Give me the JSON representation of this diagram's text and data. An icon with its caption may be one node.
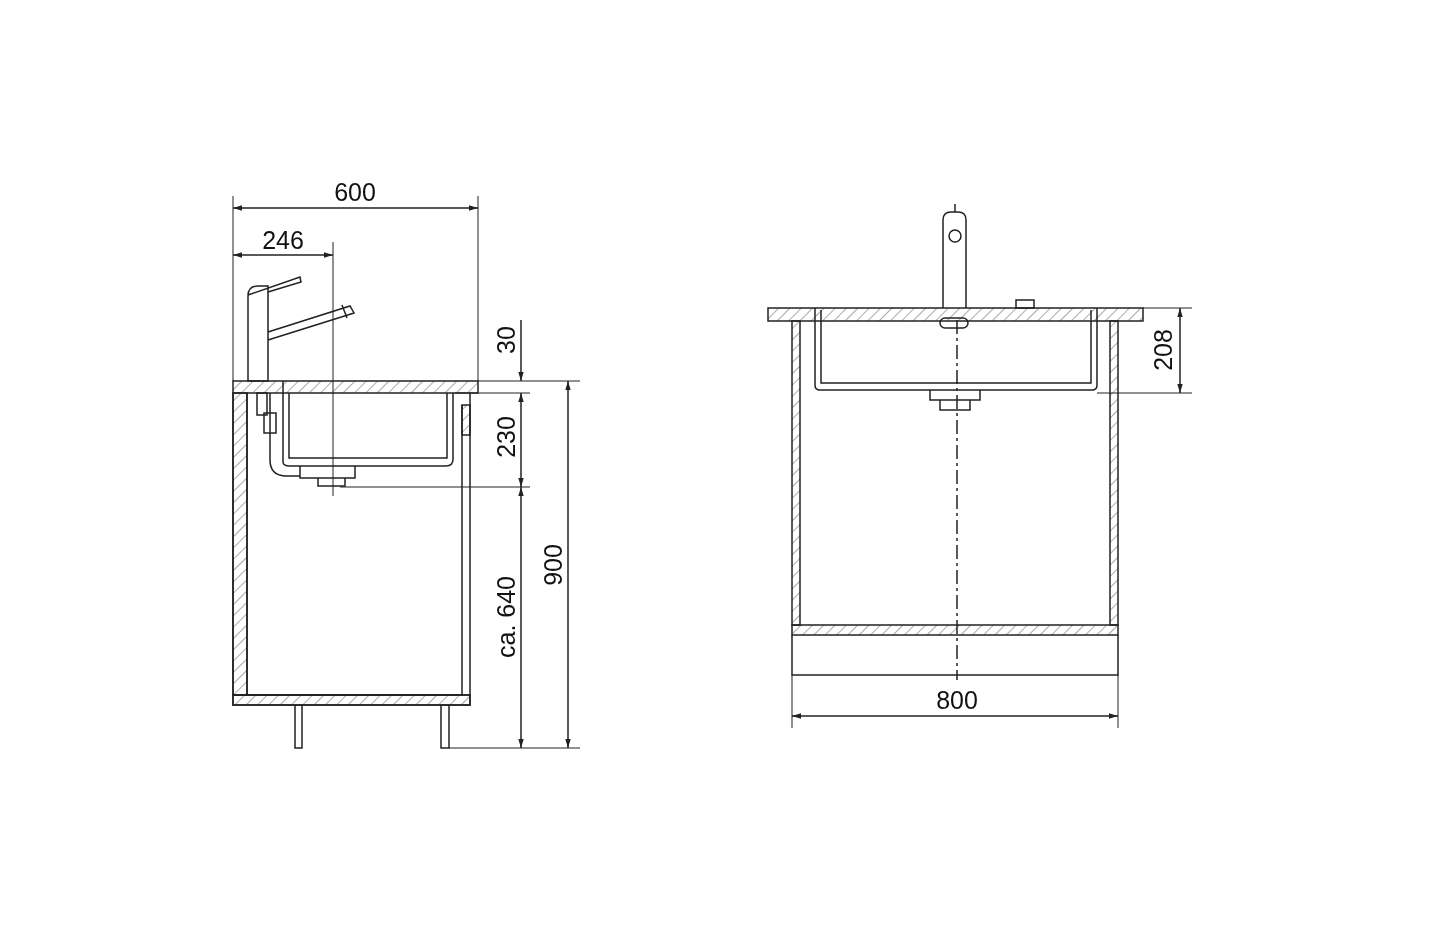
{
  "diagram": {
    "labels": [
      "600",
      "246",
      "30",
      "230",
      "ca. 640",
      "900",
      "208",
      "800"
    ]
  }
}
